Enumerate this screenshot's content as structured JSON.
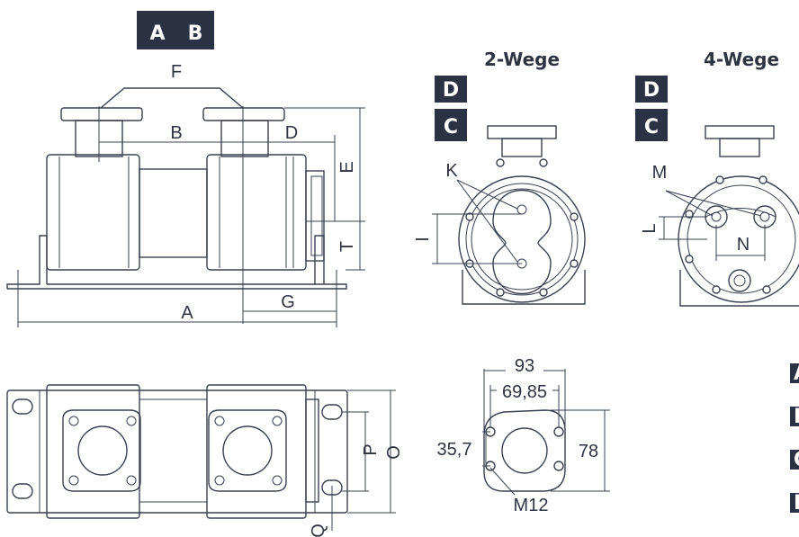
{
  "views": {
    "main_badges": [
      "A",
      "B"
    ],
    "two_way": {
      "title": "2-Wege",
      "badges": [
        "D",
        "C"
      ]
    },
    "four_way": {
      "title": "4-Wege",
      "badges": [
        "D",
        "C"
      ]
    }
  },
  "dimension_labels": {
    "A": "A",
    "B": "B",
    "D": "D",
    "E": "E",
    "F": "F",
    "G": "G",
    "T": "T",
    "I": "I",
    "K": "K",
    "L": "L",
    "M": "M",
    "N": "N",
    "O": "O",
    "P": "P",
    "Q": "Q"
  },
  "flange_detail": {
    "width": "93",
    "hole_spacing": "69,85",
    "offset": "35,7",
    "height": "78",
    "thread": "M12"
  },
  "legend_badges": [
    "A",
    "B",
    "C",
    "D"
  ],
  "colors": {
    "badge": "#2b3244",
    "line": "#3a4150"
  }
}
